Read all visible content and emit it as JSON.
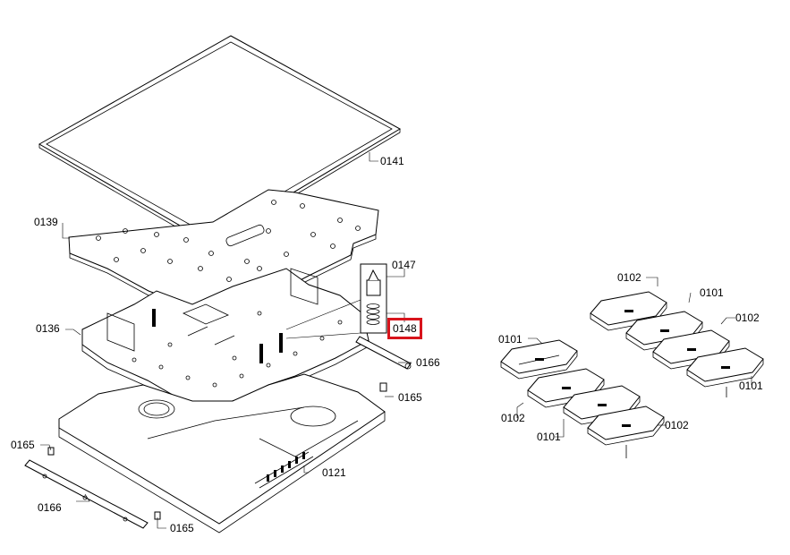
{
  "diagram": {
    "highlight_color": "#d8141c",
    "labels": {
      "p0141": "0141",
      "p0139": "0139",
      "p0147": "0147",
      "p0148": "0148",
      "p0136": "0136",
      "p0166_right": "0166",
      "p0165_right": "0165",
      "p0165_left": "0165",
      "p0166_left": "0166",
      "p0165_bottom": "0165",
      "p0121": "0121",
      "p0102_top": "0102",
      "p0101_top": "0101",
      "p0102_right": "0102",
      "p0101_left": "0101",
      "p0101_right": "0101",
      "p0102_left": "0102",
      "p0101_bottom": "0101",
      "p0102_bottom": "0102"
    },
    "highlighted_part": "0148"
  }
}
